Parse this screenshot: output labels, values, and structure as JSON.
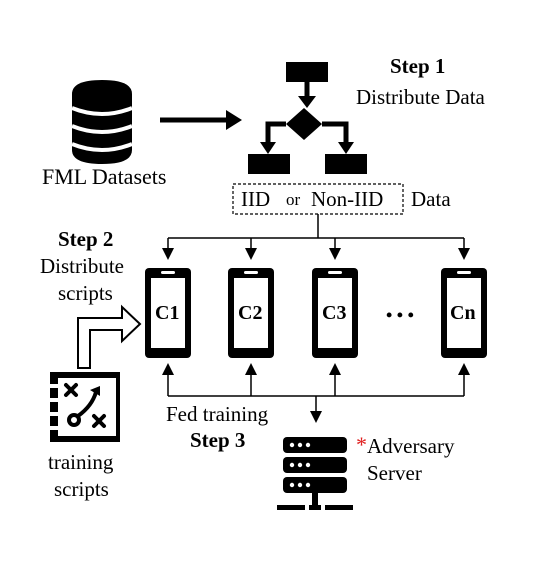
{
  "datasets_label": "FML Datasets",
  "step1": {
    "title": "Step 1",
    "desc": "Distribute Data"
  },
  "distribution": {
    "iid": "IID",
    "or": "or",
    "noniid": "Non-IID",
    "suffix": "Data"
  },
  "step2": {
    "title": "Step 2",
    "desc_line1": "Distribute",
    "desc_line2": "scripts"
  },
  "clients": [
    "C1",
    "C2",
    "C3",
    "Cn"
  ],
  "ellipsis": "• • •",
  "training_scripts": {
    "line1": "training",
    "line2": "scripts"
  },
  "fed_training": "Fed training",
  "step3": {
    "title": "Step 3"
  },
  "server": {
    "asterisk": "*",
    "line1": "Adversary",
    "line2": "Server"
  },
  "colors": {
    "ink": "#000000",
    "asterisk": "#e02020",
    "background": "#ffffff"
  }
}
